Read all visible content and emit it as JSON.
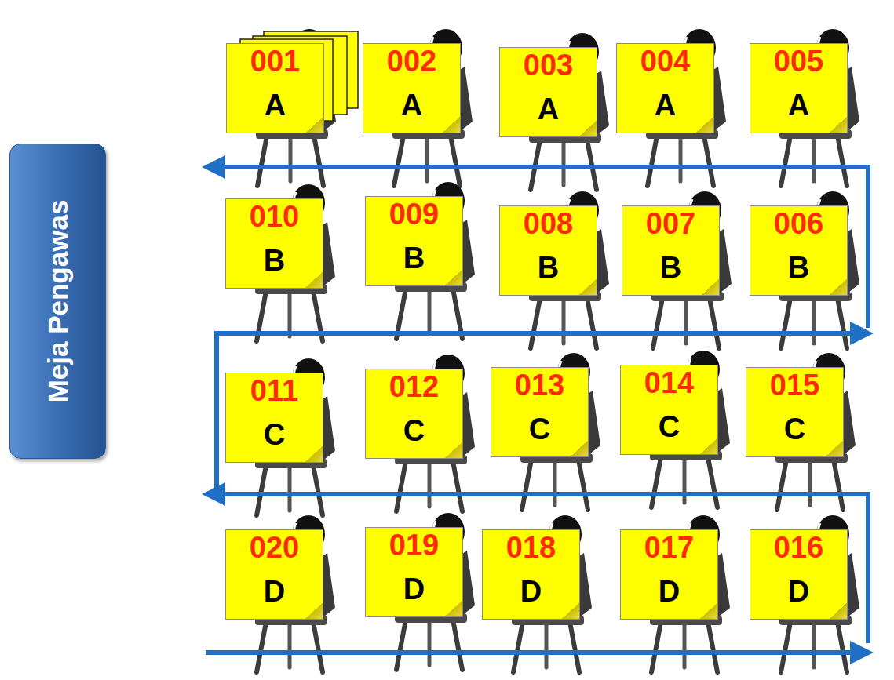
{
  "diagram": {
    "nodes": [
      {
        "text": [
          "Meja Pengawas"
        ]
      },
      {
        "text": [
          "001",
          "A"
        ]
      },
      {
        "text": [
          "002",
          "A"
        ]
      },
      {
        "text": [
          "003",
          "A"
        ]
      },
      {
        "text": [
          "004",
          "A"
        ]
      },
      {
        "text": [
          "005",
          "A"
        ]
      },
      {
        "text": [
          "010",
          "B"
        ]
      },
      {
        "text": [
          "009",
          "B"
        ]
      },
      {
        "text": [
          "008",
          "B"
        ]
      },
      {
        "text": [
          "007",
          "B"
        ]
      },
      {
        "text": [
          "006",
          "B"
        ]
      },
      {
        "text": [
          "011",
          "C"
        ]
      },
      {
        "text": [
          "012",
          "C"
        ]
      },
      {
        "text": [
          "013",
          "C"
        ]
      },
      {
        "text": [
          "014",
          "C"
        ]
      },
      {
        "text": [
          "015",
          "C"
        ]
      },
      {
        "text": [
          "020",
          "D"
        ]
      },
      {
        "text": [
          "019",
          "D"
        ]
      },
      {
        "text": [
          "018",
          "D"
        ]
      },
      {
        "text": [
          "017",
          "D"
        ]
      },
      {
        "text": [
          "016",
          "D"
        ]
      }
    ]
  }
}
